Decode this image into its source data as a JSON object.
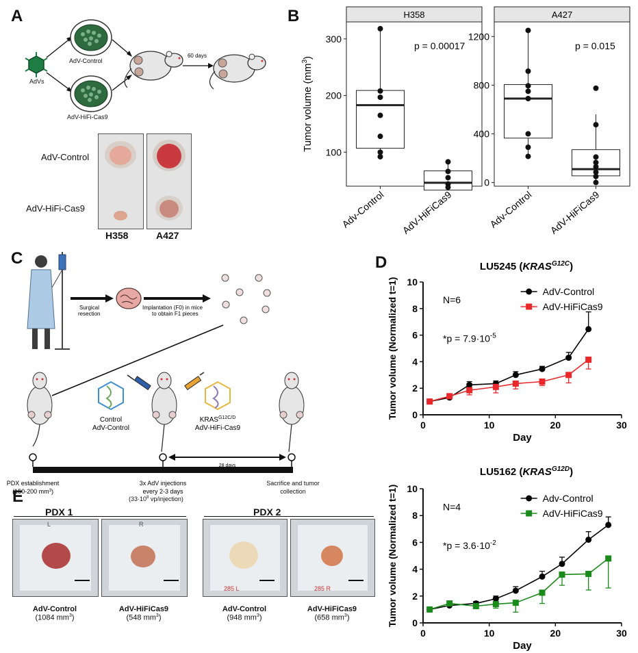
{
  "panels": {
    "a": "A",
    "b": "B",
    "c": "C",
    "d": "D",
    "e": "E"
  },
  "panelA": {
    "advs": "AdVs",
    "control": "AdV-Control",
    "hifi": "AdV-HiFi-Cas9",
    "days": "60 days",
    "row_control": "AdV-Control",
    "row_hifi": "AdV-HiFi-Cas9",
    "col_h358": "H358",
    "col_a427": "A427"
  },
  "panelC": {
    "surgical": "Surgical",
    "resection": "resection",
    "implant1": "Implantation (F0) in mice",
    "implant2": "to obtain F1 pieces",
    "control1": "Control",
    "control2": "AdV-Control",
    "kras_base": "KRAS",
    "kras_sup": "G12C/D",
    "hifi": "AdV-HiFi-Cas9",
    "days28": "28 days",
    "pdx1": "PDX establishment",
    "pdx2": "(150-200 mm",
    "pdx2_sup": "3",
    "pdx2_end": ")",
    "inj1": "3x AdV injections",
    "inj2": "every 2-3 days",
    "inj3a": "(33·10",
    "inj3_sup": "8",
    "inj3b": " vp/injection)",
    "sac1": "Sacrifice and tumor",
    "sac2": "collection"
  },
  "panelE": {
    "pdx1": "PDX 1",
    "pdx2": "PDX 2",
    "photos": [
      {
        "label": "AdV-Control",
        "vol": "(1084 mm",
        "sup": "3",
        "end": ")",
        "mark": "L"
      },
      {
        "label": "AdV-HiFiCas9",
        "vol": "(548 mm",
        "sup": "3",
        "end": ")",
        "mark": "R"
      },
      {
        "label": "AdV-Control",
        "vol": "(948 mm",
        "sup": "3",
        "end": ")",
        "mark": "285 L"
      },
      {
        "label": "AdV-HiFiCas9",
        "vol": "(658 mm",
        "sup": "3",
        "end": ")",
        "mark": "285 R"
      }
    ]
  },
  "chart_data": [
    {
      "type": "box",
      "facet": "H358",
      "ylabel": "Tumor volume (mm",
      "ylabel_sup": "3",
      "ylabel_end": ")",
      "categories": [
        "Adv-Control",
        "AdV-HiFiCas9"
      ],
      "ylim": [
        40,
        330
      ],
      "yticks": [
        100,
        200,
        300
      ],
      "annotation": "p = 0.00017",
      "boxes": [
        {
          "min": 92,
          "q1": 107,
          "median": 183,
          "q3": 209,
          "max": 318,
          "points": [
            318,
            208,
            197,
            165,
            128,
            100,
            92
          ]
        },
        {
          "min": 36,
          "q1": 33,
          "median": 46,
          "q3": 67,
          "max": 83,
          "points": [
            83,
            66,
            55,
            44,
            38
          ]
        }
      ]
    },
    {
      "type": "box",
      "facet": "A427",
      "categories": [
        "Adv-Control",
        "AdV-HiFiCas9"
      ],
      "ylim": [
        -30,
        1320
      ],
      "yticks": [
        0,
        400,
        800,
        1200
      ],
      "annotation": "p = 0.015",
      "boxes": [
        {
          "min": 215,
          "q1": 365,
          "median": 690,
          "q3": 805,
          "max": 1250,
          "points": [
            1250,
            915,
            795,
            750,
            690,
            400,
            290,
            215
          ]
        },
        {
          "min": 0,
          "q1": 55,
          "median": 110,
          "q3": 270,
          "max": 560,
          "points": [
            775,
            475,
            210,
            165,
            130,
            85,
            50,
            0
          ]
        }
      ]
    },
    {
      "type": "line",
      "title": "LU5245 (",
      "title_italic": "KRAS",
      "title_sup": "G12C",
      "title_end": ")",
      "xlabel": "Day",
      "ylabel": "Tumor volume (Normalized t=1)",
      "xlim": [
        0,
        30
      ],
      "ylim": [
        0,
        10
      ],
      "xticks": [
        0,
        10,
        20,
        30
      ],
      "yticks": [
        0,
        2,
        4,
        6,
        8,
        10
      ],
      "n_text": "N=6",
      "p_text": "*p = 7.9·10",
      "p_sup": "-5",
      "series": [
        {
          "name": "AdV-Control",
          "color": "#000000",
          "marker": "circle",
          "x": [
            1,
            4,
            7,
            11,
            14,
            18,
            22,
            25
          ],
          "y": [
            1.0,
            1.3,
            2.25,
            2.35,
            3.0,
            3.45,
            4.3,
            6.45
          ],
          "err": [
            0.05,
            0.1,
            0.25,
            0.2,
            0.25,
            0.2,
            0.4,
            1.3
          ]
        },
        {
          "name": "AdV-HiFiCas9",
          "color": "#e8282b",
          "marker": "square",
          "x": [
            1,
            4,
            7,
            11,
            14,
            18,
            22,
            25
          ],
          "y": [
            1.0,
            1.4,
            1.85,
            2.1,
            2.35,
            2.5,
            3.0,
            4.15
          ],
          "err": [
            0.05,
            0.1,
            0.35,
            0.45,
            0.4,
            0.3,
            0.6,
            0.7
          ]
        }
      ]
    },
    {
      "type": "line",
      "title": "LU5162 (",
      "title_italic": "KRAS",
      "title_sup": "G12D",
      "title_end": ")",
      "xlabel": "Day",
      "ylabel": "Tumor volume (Normalized t=1)",
      "xlim": [
        0,
        30
      ],
      "ylim": [
        0,
        10
      ],
      "xticks": [
        0,
        10,
        20,
        30
      ],
      "yticks": [
        0,
        2,
        4,
        6,
        8,
        10
      ],
      "n_text": "N=4",
      "p_text": "*p = 3.6·10",
      "p_sup": "-2",
      "series": [
        {
          "name": "Adv-Control",
          "color": "#000000",
          "marker": "circle",
          "x": [
            1,
            4,
            8,
            11,
            14,
            18,
            21,
            25,
            28
          ],
          "y": [
            1.0,
            1.3,
            1.45,
            1.8,
            2.4,
            3.45,
            4.4,
            6.2,
            7.3
          ],
          "err": [
            0.05,
            0.1,
            0.15,
            0.2,
            0.3,
            0.4,
            0.5,
            0.6,
            0.6
          ]
        },
        {
          "name": "AdV-HiFiCas9",
          "color": "#1a8a1a",
          "marker": "square",
          "x": [
            1,
            4,
            8,
            11,
            14,
            18,
            21,
            25,
            28
          ],
          "y": [
            1.0,
            1.45,
            1.25,
            1.4,
            1.5,
            2.25,
            3.6,
            3.65,
            4.8
          ],
          "err": [
            0.05,
            0.1,
            0.2,
            0.3,
            0.7,
            0.8,
            0.8,
            1.2,
            2.2
          ]
        }
      ]
    }
  ]
}
